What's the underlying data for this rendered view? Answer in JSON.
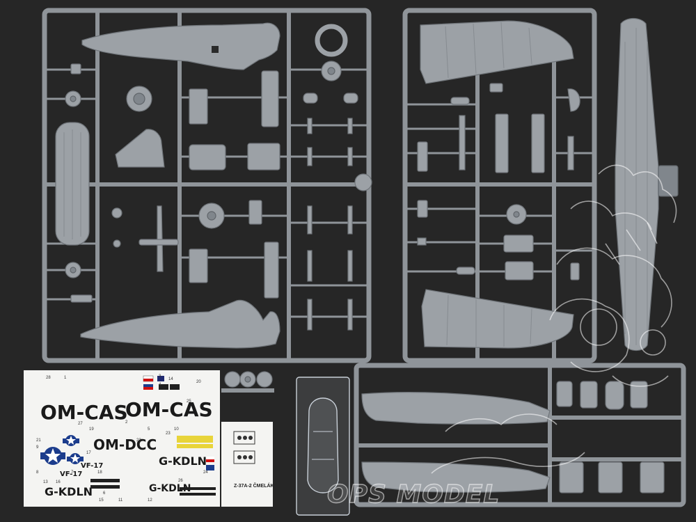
{
  "photo": {
    "subject": "Model aircraft plastic kit sprues with decal sheet and clear canopy",
    "colors": {
      "background": "#262626",
      "plastic": "#9ca1a6",
      "decal_paper": "#f4f4f2",
      "watermark": "#ffffff"
    }
  },
  "decals": {
    "main_sheet": {
      "registration_1": "OM-CAS",
      "registration_2": "OM-CAS",
      "registration_3": "OM-DCC",
      "registration_4": "G-KDLN",
      "registration_5": "G-KDLN",
      "registration_6": "G-KDLN",
      "unit_code_1": "VF-17",
      "unit_code_2": "VF-17",
      "part_numbers": [
        "1",
        "2",
        "3",
        "4",
        "5",
        "6",
        "7",
        "8",
        "9",
        "10",
        "11",
        "12",
        "13",
        "14",
        "15",
        "16",
        "17",
        "18",
        "19",
        "20",
        "21",
        "22",
        "23",
        "24",
        "25",
        "26",
        "27",
        "28"
      ]
    },
    "small_sheet": {
      "title": "Z-37A-2 ČMELÁK"
    }
  },
  "watermark": {
    "text": "OPS MODEL"
  }
}
